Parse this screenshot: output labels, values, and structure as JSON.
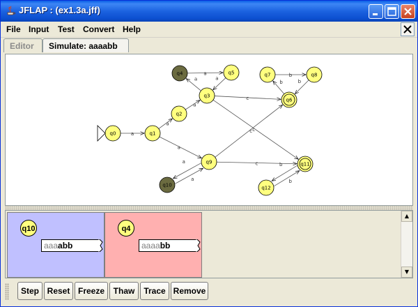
{
  "window": {
    "title": "JFLAP : (ex1.3a.jff)"
  },
  "menu": [
    "File",
    "Input",
    "Test",
    "Convert",
    "Help"
  ],
  "tabs": [
    {
      "label": "Editor",
      "active": false
    },
    {
      "label": "Simulate: aaaabb",
      "active": true
    }
  ],
  "automaton": {
    "states": [
      {
        "id": "q0",
        "initial": true,
        "final": false,
        "active": false
      },
      {
        "id": "q1",
        "initial": false,
        "final": false,
        "active": false
      },
      {
        "id": "q2",
        "initial": false,
        "final": false,
        "active": false
      },
      {
        "id": "q3",
        "initial": false,
        "final": false,
        "active": false
      },
      {
        "id": "q4",
        "initial": false,
        "final": false,
        "active": true
      },
      {
        "id": "q5",
        "initial": false,
        "final": false,
        "active": false
      },
      {
        "id": "q6",
        "initial": false,
        "final": true,
        "active": false
      },
      {
        "id": "q7",
        "initial": false,
        "final": false,
        "active": false
      },
      {
        "id": "q8",
        "initial": false,
        "final": false,
        "active": false
      },
      {
        "id": "q9",
        "initial": false,
        "final": false,
        "active": false
      },
      {
        "id": "q10",
        "initial": false,
        "final": false,
        "active": true
      },
      {
        "id": "q11",
        "initial": false,
        "final": true,
        "active": false
      },
      {
        "id": "q12",
        "initial": false,
        "final": false,
        "active": false
      }
    ],
    "transitions": [
      {
        "from": "q0",
        "to": "q1",
        "label": "a"
      },
      {
        "from": "q1",
        "to": "q2",
        "label": "a"
      },
      {
        "from": "q2",
        "to": "q3",
        "label": "a"
      },
      {
        "from": "q3",
        "to": "q4",
        "label": "a"
      },
      {
        "from": "q4",
        "to": "q5",
        "label": "a"
      },
      {
        "from": "q5",
        "to": "q3",
        "label": "a"
      },
      {
        "from": "q3",
        "to": "q6",
        "label": "c"
      },
      {
        "from": "q3",
        "to": "q11",
        "label": "c"
      },
      {
        "from": "q7",
        "to": "q8",
        "label": "b"
      },
      {
        "from": "q8",
        "to": "q6",
        "label": "b"
      },
      {
        "from": "q6",
        "to": "q7",
        "label": "b"
      },
      {
        "from": "q1",
        "to": "q9",
        "label": "a"
      },
      {
        "from": "q9",
        "to": "q10",
        "label": "a"
      },
      {
        "from": "q10",
        "to": "q9",
        "label": "a"
      },
      {
        "from": "q9",
        "to": "q6",
        "label": "c"
      },
      {
        "from": "q9",
        "to": "q11",
        "label": "c"
      },
      {
        "from": "q11",
        "to": "q12",
        "label": "b"
      },
      {
        "from": "q12",
        "to": "q11",
        "label": "b"
      }
    ]
  },
  "configurations": [
    {
      "state": "q10",
      "tape_read": "aaa",
      "tape_rest": "abb",
      "bg": "#c0c0ff",
      "accepted": true
    },
    {
      "state": "q4",
      "tape_read": "aaaa",
      "tape_rest": "bb",
      "bg": "#ffb0b0",
      "accepted": false
    }
  ],
  "buttons": [
    "Step",
    "Reset",
    "Freeze",
    "Thaw",
    "Trace",
    "Remove"
  ],
  "colors": {
    "state_fill": "#ffff7f",
    "active_state_fill": "#6b6b40"
  }
}
